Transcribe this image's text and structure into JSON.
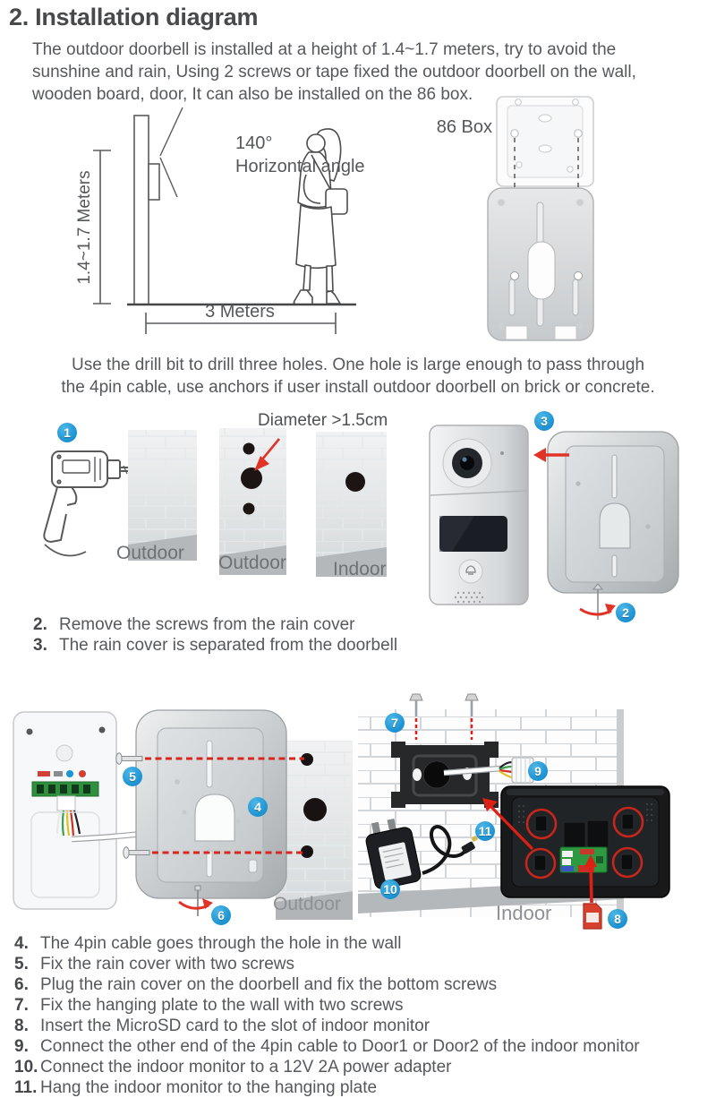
{
  "page": {
    "title": "2. Installation diagram",
    "intro_lines": [
      "The outdoor doorbell is installed at a height of 1.4~1.7 meters, try to avoid the",
      "sunshine and rain, Using 2 screws or tape fixed the outdoor doorbell on the wall,",
      "wooden board, door, It can also be installed on the 86 box."
    ],
    "drill_note_lines": [
      "Use the drill bit to drill three holes. One hole is large enough to pass through",
      "the 4pin cable, use anchors if user install outdoor doorbell on brick or concrete."
    ]
  },
  "height_diagram": {
    "angle_value": "140°",
    "angle_caption": "Horizontal angle",
    "height_range": "1.4~1.7 Meters",
    "distance": "3 Meters",
    "box_label": "86 Box"
  },
  "drill_diagram": {
    "diameter_note": "Diameter >1.5cm",
    "wall_labels": [
      "Outdoor",
      "Outdoor",
      "Indoor"
    ]
  },
  "mount_diagram": {
    "outdoor_label": "Outdoor",
    "indoor_label": "Indoor"
  },
  "callouts": {
    "c1": "1",
    "c2": "2",
    "c3": "3",
    "c4": "4",
    "c5": "5",
    "c6": "6",
    "c7": "7",
    "c8": "8",
    "c9": "9",
    "c10": "10",
    "c11": "11"
  },
  "steps_top": [
    {
      "num": "2.",
      "text": "Remove the screws from the rain cover"
    },
    {
      "num": "3.",
      "text": "The rain cover is separated from the doorbell"
    }
  ],
  "steps_bottom": [
    {
      "num": "4.",
      "text": "The 4pin cable goes through the hole in the wall"
    },
    {
      "num": "5.",
      "text": "Fix the rain cover with two screws"
    },
    {
      "num": "6.",
      "text": "Plug the rain cover on the doorbell and fix the bottom screws"
    },
    {
      "num": "7.",
      "text": "Fix the hanging plate to the wall with two screws"
    },
    {
      "num": "8.",
      "text": "Insert the MicroSD card to the slot of indoor monitor"
    },
    {
      "num": "9.",
      "text": "Connect the other end of the 4pin cable to Door1 or Door2 of the indoor monitor"
    },
    {
      "num": "10.",
      "text": "Connect the indoor monitor to a 12V 2A power adapter"
    },
    {
      "num": "11.",
      "text": "Hang the indoor monitor to the hanging plate"
    }
  ],
  "colors": {
    "callout_blue": "#1d93d2",
    "arrow_red": "#e03427",
    "body_text": "#56585b",
    "title_text": "#48494b"
  }
}
